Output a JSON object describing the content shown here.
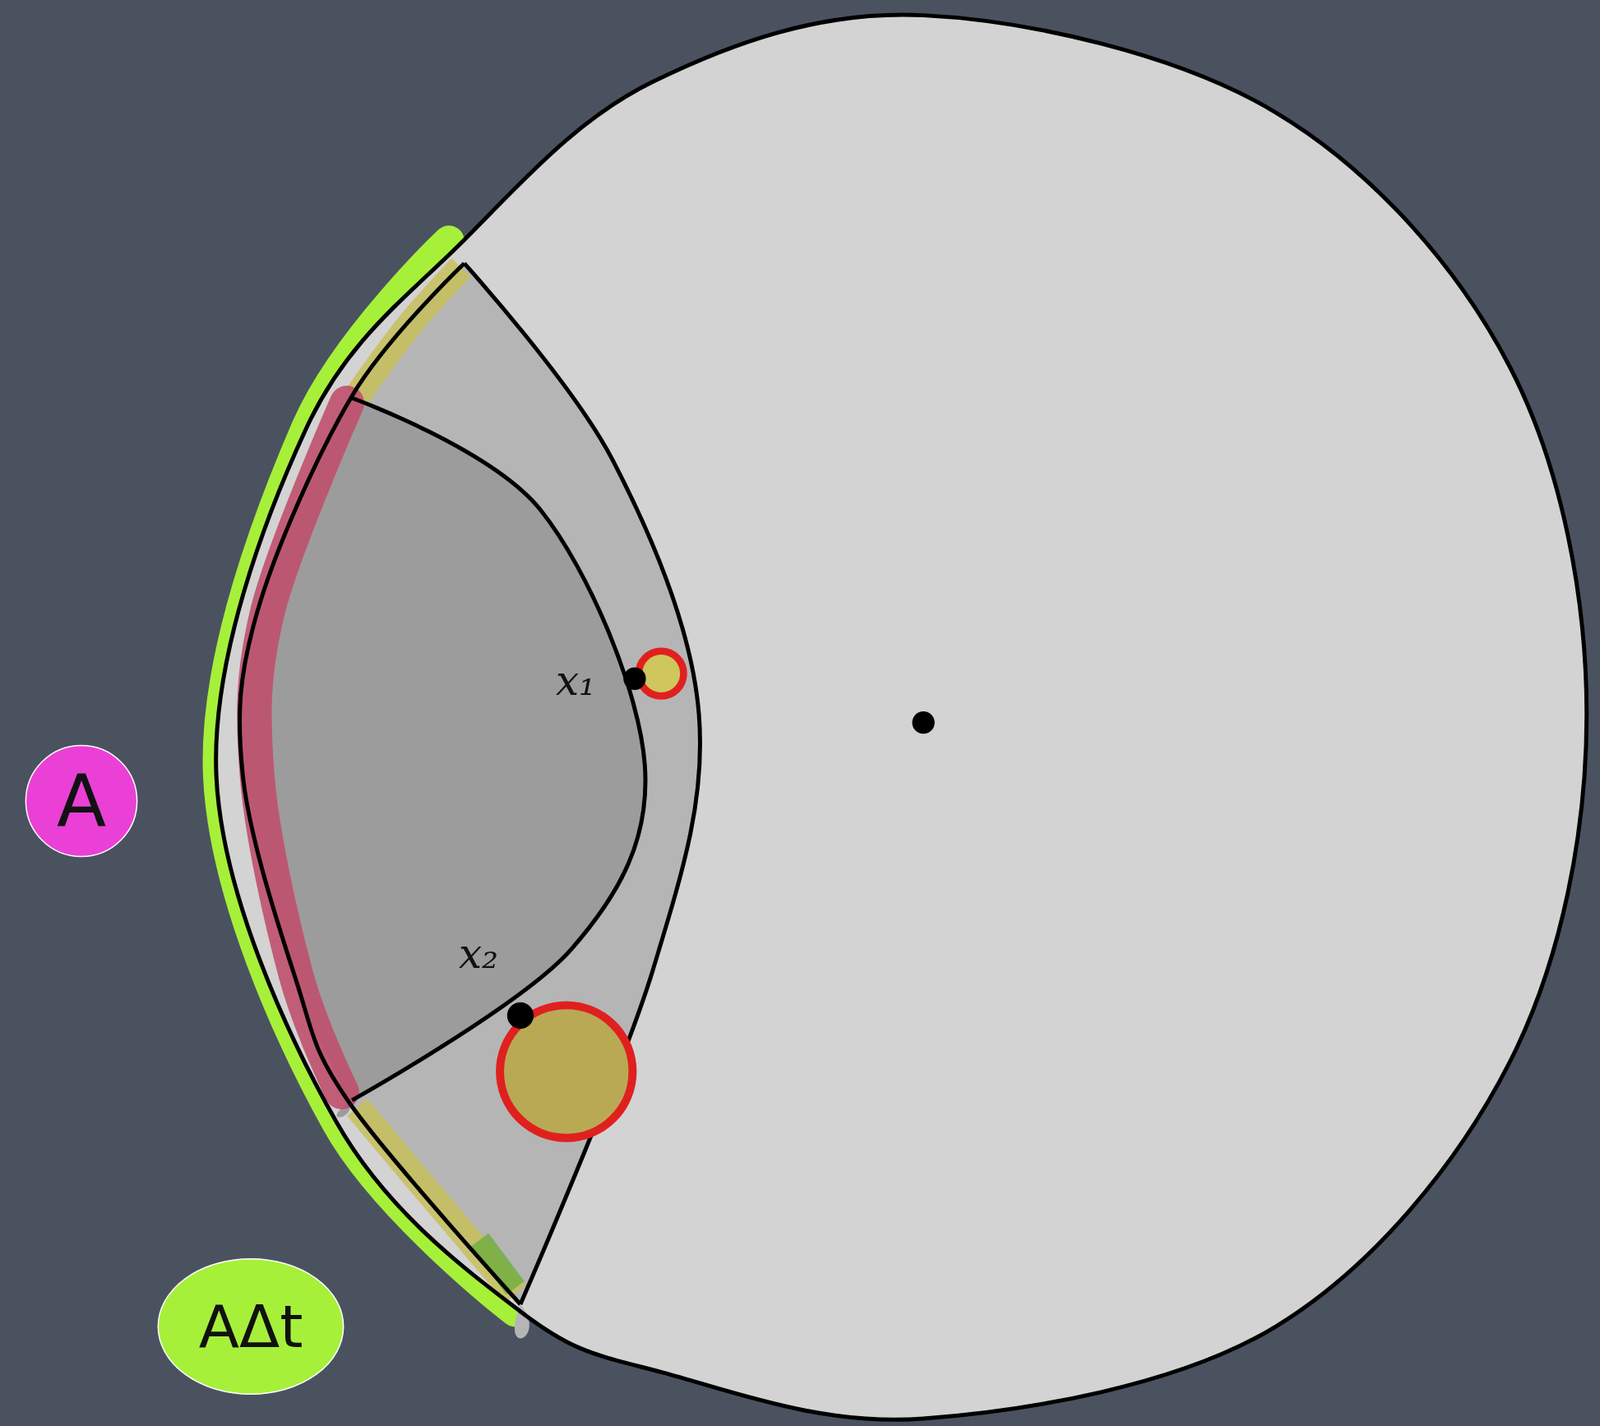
{
  "diagram": {
    "nodes": [
      {
        "text": [
          "A"
        ]
      },
      {
        "text": [
          "AΔt"
        ]
      }
    ],
    "labels": [
      "x₁",
      "x₂"
    ]
  }
}
